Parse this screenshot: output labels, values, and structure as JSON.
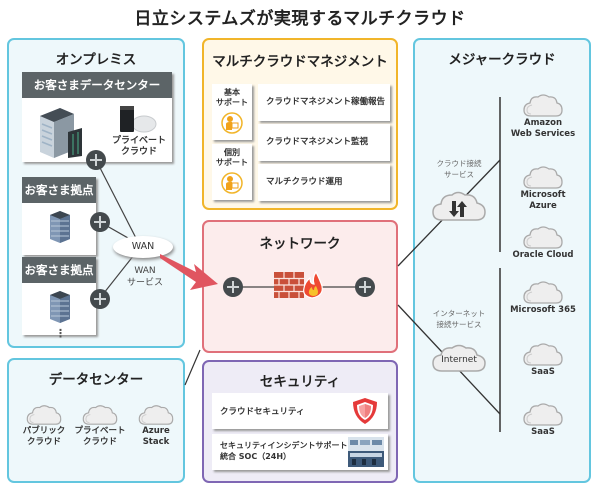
{
  "title": "日立システムズが実現するマルチクラウド",
  "onpremise": {
    "title": "オンプレミス",
    "customer_dc": {
      "header": "お客さまデータセンター",
      "private_cloud_label": "プライベート\nクラウド"
    },
    "sites": [
      {
        "header": "お客さま拠点"
      },
      {
        "header": "お客さま拠点"
      }
    ],
    "more": "⋮",
    "wan_label": "WAN",
    "wan_service_label": "WAN\nサービス"
  },
  "datacenter": {
    "title": "データセンター",
    "clouds": [
      {
        "label": "パブリック\nクラウド"
      },
      {
        "label": "プライベート\nクラウド"
      },
      {
        "label": "Azure\nStack"
      }
    ]
  },
  "management": {
    "title": "マルチクラウドマネジメント",
    "support": [
      {
        "label": "基本\nサポート"
      },
      {
        "label": "個別\nサポート"
      }
    ],
    "items": [
      "クラウドマネジメント稼働報告",
      "クラウドマネジメント監視",
      "マルチクラウド運用"
    ]
  },
  "network": {
    "title": "ネットワーク"
  },
  "security": {
    "title": "セキュリティ",
    "items": [
      {
        "label": "クラウドセキュリティ",
        "icon": "shield-icon"
      },
      {
        "label": "セキュリティインシデントサポート\n統合 SOC（24H）",
        "icon": "soc-photo"
      }
    ]
  },
  "major_cloud": {
    "title": "メジャークラウド",
    "cloud_connect_label": "クラウド接続\nサービス",
    "internet_connect_label": "インターネット\n接続サービス",
    "internet_label": "Internet",
    "cloud_services": [
      {
        "label": "Amazon\nWeb Services"
      },
      {
        "label": "Microsoft\nAzure"
      },
      {
        "label": "Oracle Cloud"
      }
    ],
    "internet_services": [
      {
        "label": "Microsoft 365"
      },
      {
        "label": "SaaS"
      },
      {
        "label": "SaaS"
      }
    ]
  },
  "colors": {
    "onprem_border": "#63c6df",
    "mgmt_border": "#f1b52a",
    "network_border": "#e0707a",
    "security_border": "#7f67b4",
    "arrow": "#e05560"
  }
}
